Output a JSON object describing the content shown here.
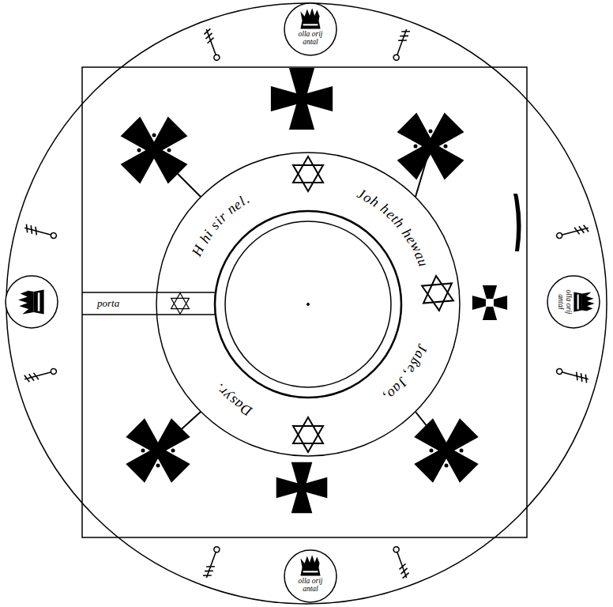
{
  "diagram": {
    "nodes": [
      {
        "text": [
          "olla orij antal"
        ]
      },
      {
        "text": [
          "olla orij antal"
        ]
      },
      {
        "text": [
          "olla orij antal"
        ]
      }
    ],
    "labels": [
      "H hi sir nel.",
      "Joh heth hewau",
      "Jaße, Jao,",
      "Dasyr.",
      "porta"
    ]
  }
}
